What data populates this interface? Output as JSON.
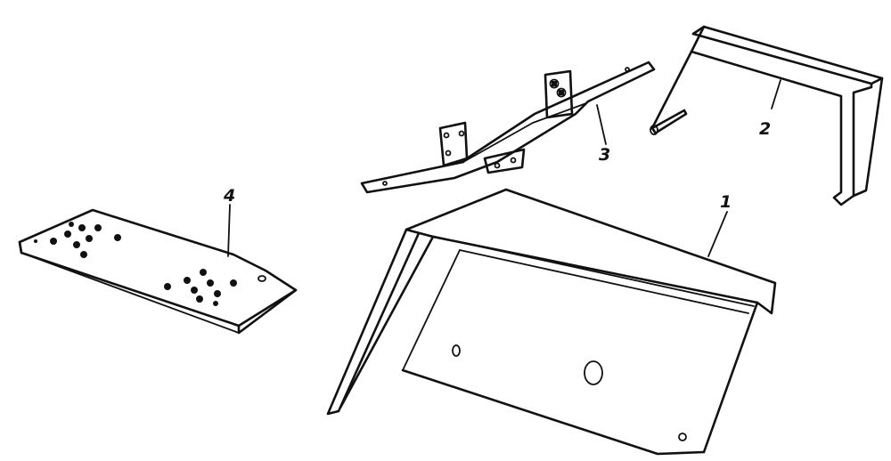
{
  "callouts": {
    "part1": "1",
    "part2": "2",
    "part3": "3",
    "part4": "4"
  },
  "colors": {
    "ink": "#111111",
    "background": "#ffffff"
  }
}
